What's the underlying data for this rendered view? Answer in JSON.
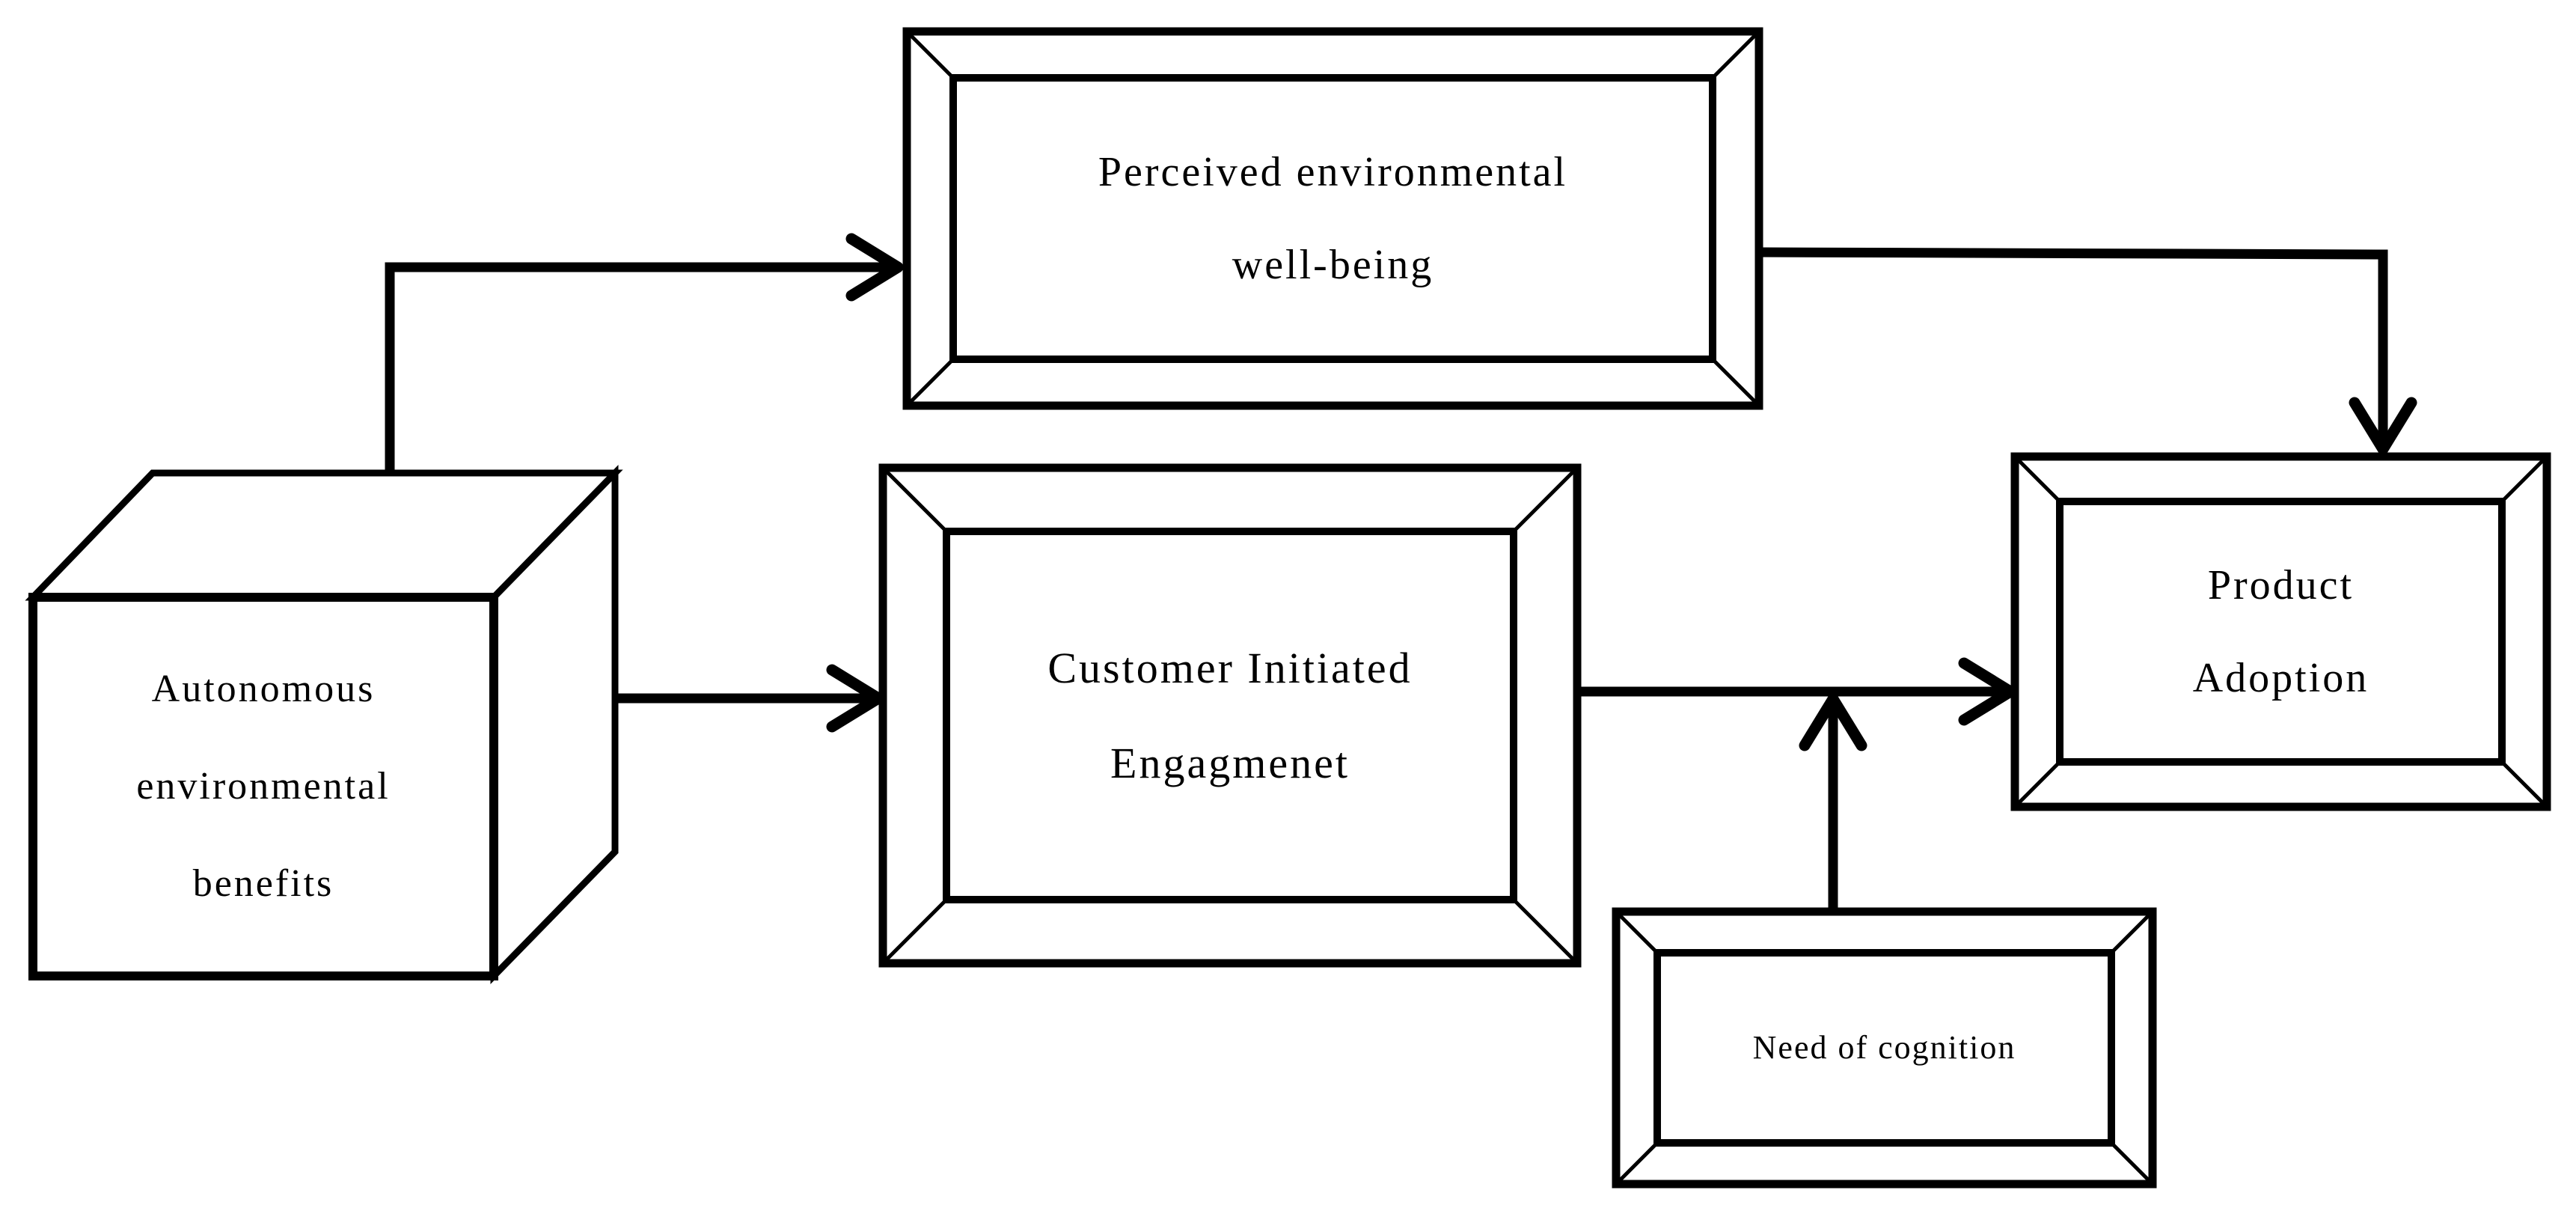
{
  "figure": {
    "type": "conceptual-model-diagram",
    "background_color": "#ffffff",
    "line_color": "#000000"
  },
  "nodes": {
    "autonomous": {
      "shape": "cube-3d",
      "line1": "Autonomous",
      "line2": "environmental",
      "line3": "benefits"
    },
    "perceived": {
      "shape": "beveled-frame-box",
      "line1": "Perceived environmental",
      "line2": "well-being"
    },
    "engagement": {
      "shape": "beveled-frame-box",
      "line1": "Customer Initiated",
      "line2": "Engagmenet"
    },
    "adoption": {
      "shape": "beveled-frame-box",
      "line1": "Product",
      "line2": "Adoption"
    },
    "need": {
      "shape": "beveled-frame-box",
      "line1": "Need of cognition"
    }
  },
  "edges": [
    {
      "from": "autonomous",
      "to": "perceived",
      "path": "elbow-up-then-right",
      "arrowhead": "right"
    },
    {
      "from": "autonomous",
      "to": "engagement",
      "path": "straight-right",
      "arrowhead": "right"
    },
    {
      "from": "perceived",
      "to": "adoption",
      "path": "elbow-right-then-down",
      "arrowhead": "down"
    },
    {
      "from": "engagement",
      "to": "adoption",
      "path": "straight-right",
      "arrowhead": "right"
    },
    {
      "from": "need",
      "to": "engagement-adoption-arrow",
      "path": "straight-up",
      "arrowhead": "up"
    }
  ]
}
